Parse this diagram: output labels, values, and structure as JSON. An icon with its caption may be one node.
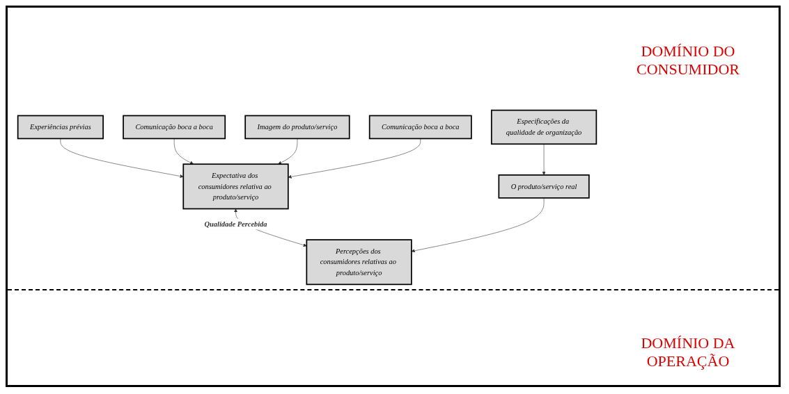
{
  "diagram": {
    "nodes": [
      {
        "text": [
          "Experiências prévias"
        ]
      },
      {
        "text": [
          "Comunicação boca a boca"
        ]
      },
      {
        "text": [
          "Imagem do produto/serviço"
        ]
      },
      {
        "text": [
          "Expectativa dos consumidores relativa ao produto/serviço"
        ]
      },
      {
        "text": [
          "Percepções dos consumidores relativas ao produto/serviço"
        ]
      },
      {
        "text": [
          "Comunicação boca a boca"
        ]
      },
      {
        "text": [
          "O produto/serviço real"
        ]
      },
      {
        "text": [
          "Especificações da qualidade de organização"
        ]
      }
    ],
    "edges": [
      {
        "from": 0,
        "to": 3,
        "arrow": "to"
      },
      {
        "from": 1,
        "to": 3,
        "arrow": "to"
      },
      {
        "from": 2,
        "to": 3,
        "arrow": "to"
      },
      {
        "from": 3,
        "to": 4,
        "arrow": "both",
        "label": "Qualidade Percebida"
      },
      {
        "from": 5,
        "to": 3,
        "arrow": "to"
      },
      {
        "from": 6,
        "to": 4,
        "arrow": "to"
      },
      {
        "from": 7,
        "to": 6,
        "arrow": "to"
      }
    ],
    "labels": [
      "DOMÍNIO DO CONSUMIDOR",
      "DOMÍNIO DA OPERAÇÃO"
    ]
  }
}
